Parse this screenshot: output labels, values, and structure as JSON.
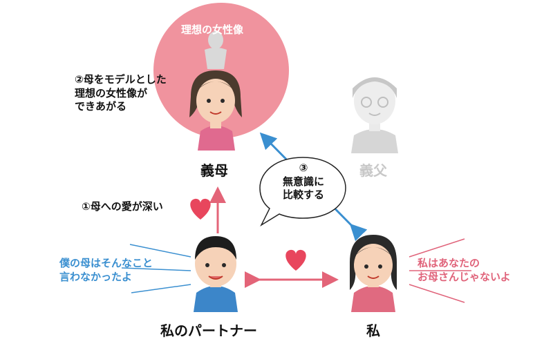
{
  "labels": {
    "ideal_title": "理想の女性像",
    "ideal_formed": "②母をモデルとした\n理想の女性像が\nできあがる",
    "mother_in_law": "義母",
    "father_in_law": "義父",
    "partner": "私のパートナー",
    "me": "私",
    "deep_love": "①母への愛が深い",
    "compare": "③\n無意識に\n比較する",
    "partner_quote": "僕の母はそんなこと\n言わなかったよ",
    "me_quote": "私はあなたの\nお母さんじゃないよ"
  },
  "colors": {
    "ideal_circle": "#ee8793",
    "ideal_title": "#ffffff",
    "blue_arrow": "#3a8fd0",
    "red_arrow": "#e36478",
    "heart": "#e8465d",
    "partner_text": "#3a8fd0",
    "me_text": "#e0637a",
    "father_grey": "#c8c8c8"
  },
  "icons": [
    "heart-icon",
    "mother-in-law-illustration",
    "father-in-law-illustration",
    "partner-illustration",
    "me-illustration",
    "ideal-silhouette-icon"
  ]
}
